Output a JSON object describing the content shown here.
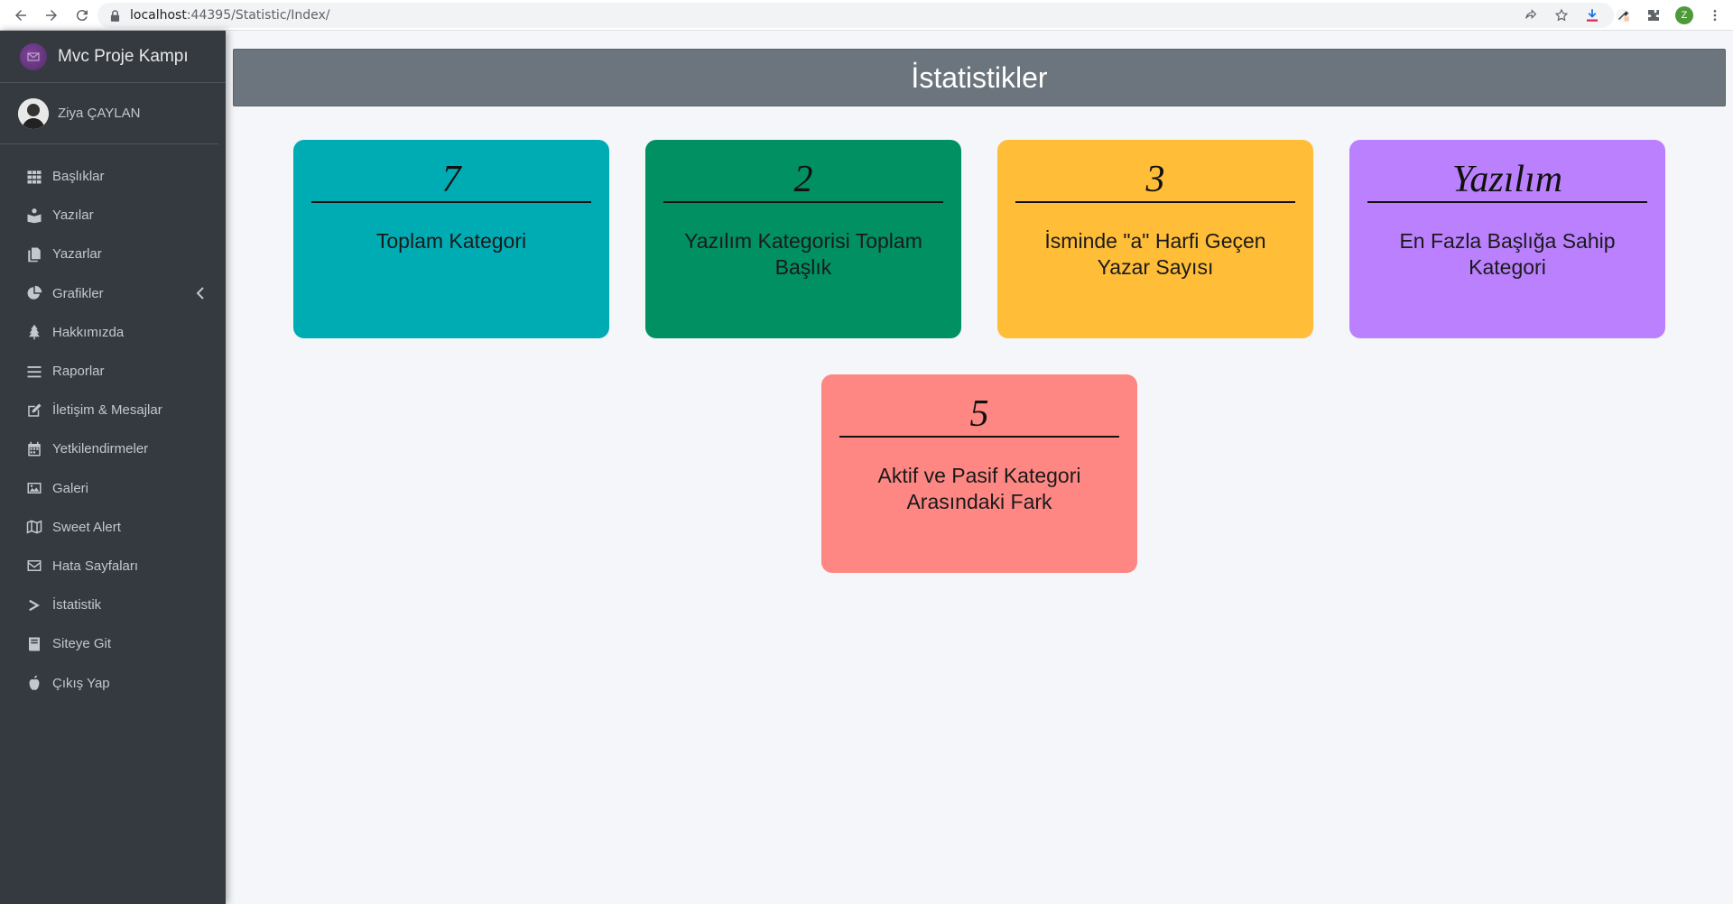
{
  "browser": {
    "url_host": "localhost",
    "url_path": ":44395/Statistic/Index/",
    "profile_initial": "Z"
  },
  "sidebar": {
    "brand": "Mvc Proje Kampı",
    "user_name": "Ziya ÇAYLAN",
    "items": [
      {
        "label": "Başlıklar",
        "icon": "grid-icon"
      },
      {
        "label": "Yazılar",
        "icon": "book-reader-icon"
      },
      {
        "label": "Yazarlar",
        "icon": "copy-icon"
      },
      {
        "label": "Grafikler",
        "icon": "pie-chart-icon"
      },
      {
        "label": "Hakkımızda",
        "icon": "tree-icon"
      },
      {
        "label": "Raporlar",
        "icon": "bars-icon"
      },
      {
        "label": "İletişim & Mesajlar",
        "icon": "edit-icon"
      },
      {
        "label": "Yetkilendirmeler",
        "icon": "calendar-icon"
      },
      {
        "label": "Galeri",
        "icon": "image-icon"
      },
      {
        "label": "Sweet Alert",
        "icon": "map-icon"
      },
      {
        "label": "Hata Sayfaları",
        "icon": "envelope-icon"
      },
      {
        "label": "İstatistik",
        "icon": "chevron-right-icon"
      },
      {
        "label": "Siteye Git",
        "icon": "book-icon"
      },
      {
        "label": "Çıkış Yap",
        "icon": "apple-icon"
      }
    ]
  },
  "header": {
    "title": "İstatistikler"
  },
  "cards": [
    {
      "value": "7",
      "label": "Toplam Kategori",
      "color": "#00acb4"
    },
    {
      "value": "2",
      "label": "Yazılım Kategorisi Toplam Başlık",
      "color": "#009062"
    },
    {
      "value": "3",
      "label": "İsminde \"a\" Harfi Geçen Yazar Sayısı",
      "color": "#ffbd38"
    },
    {
      "value": "Yazılım",
      "label": "En Fazla Başlığa Sahip Kategori",
      "color": "#bb80fd"
    },
    {
      "value": "5",
      "label": "Aktif ve Pasif Kategori Arasındaki Fark",
      "color": "#ff8783"
    }
  ]
}
